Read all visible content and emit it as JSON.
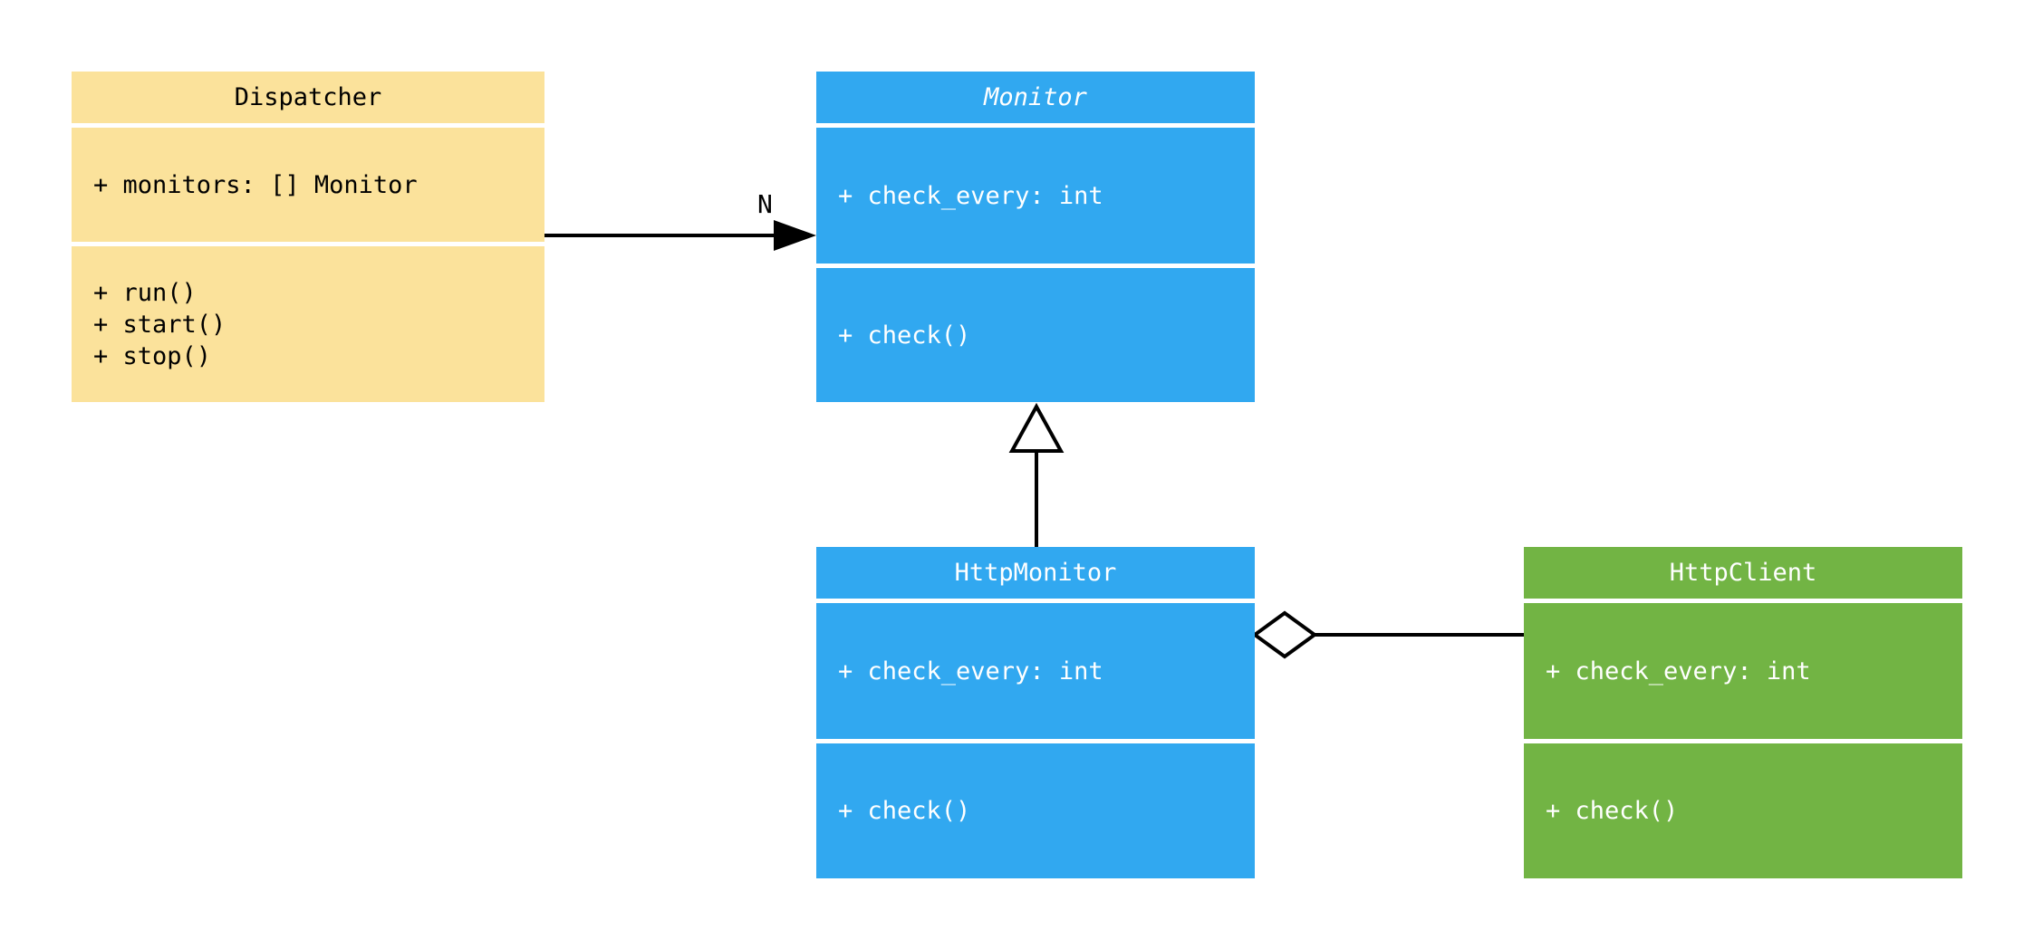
{
  "diagram": {
    "kind": "uml-class-diagram",
    "classes": [
      {
        "name": "Dispatcher",
        "abstract": false,
        "fill": "#FBE29B",
        "text": "#000000",
        "attributes": [
          "+ monitors: [] Monitor"
        ],
        "methods": [
          "+ run()",
          "+ start()",
          "+ stop()"
        ]
      },
      {
        "name": "Monitor",
        "abstract": true,
        "fill": "#31A8F0",
        "text": "#FFFFFF",
        "attributes": [
          "+ check_every: int"
        ],
        "methods": [
          "+ check()"
        ]
      },
      {
        "name": "HttpMonitor",
        "abstract": false,
        "fill": "#31A8F0",
        "text": "#FFFFFF",
        "attributes": [
          "+ check_every: int"
        ],
        "methods": [
          "+ check()"
        ]
      },
      {
        "name": "HttpClient",
        "abstract": false,
        "fill": "#72B444",
        "text": "#FFFFFF",
        "attributes": [
          "+ check_every: int"
        ],
        "methods": [
          "+ check()"
        ]
      }
    ],
    "relationships": [
      {
        "type": "directed-association",
        "from": "Dispatcher",
        "to": "Monitor",
        "multiplicity_label": "N"
      },
      {
        "type": "inheritance",
        "from": "HttpMonitor",
        "to": "Monitor"
      },
      {
        "type": "aggregation",
        "from": "HttpMonitor",
        "to": "HttpClient"
      }
    ],
    "line_color": "#000000",
    "background": "#FFFFFF"
  }
}
